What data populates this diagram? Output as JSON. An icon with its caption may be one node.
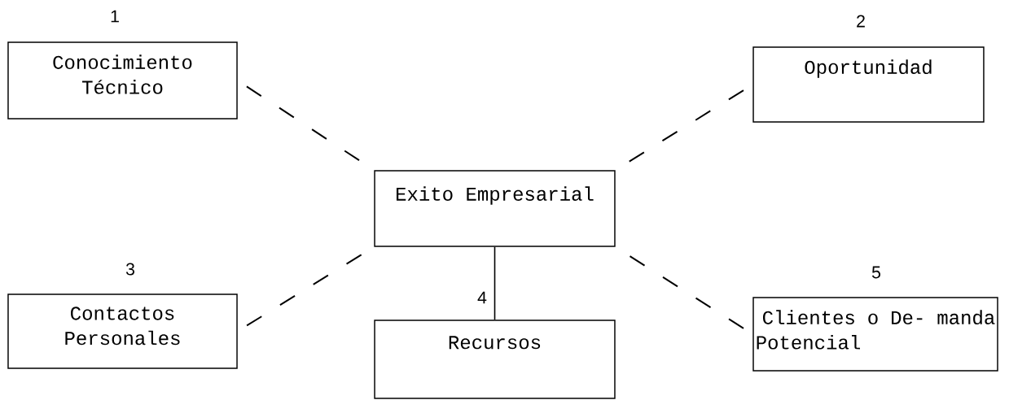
{
  "diagram": {
    "nodes": [
      {
        "text": [
          "Conocimiento Técnico"
        ],
        "beside": [
          "1"
        ]
      },
      {
        "text": [
          "Oportunidad"
        ],
        "beside": [
          "2"
        ]
      },
      {
        "text": [
          "Exito Empresarial"
        ]
      },
      {
        "text": [
          "Contactos Personales"
        ],
        "beside": [
          "3"
        ]
      },
      {
        "text": [
          "Recursos"
        ],
        "beside": [
          "4"
        ]
      },
      {
        "text": [
          "Clientes o De- manda Potencial"
        ],
        "beside": [
          "5"
        ]
      }
    ],
    "edges": [
      {
        "from": 0,
        "to": 2,
        "arrow": "none",
        "style": "dashed"
      },
      {
        "from": 1,
        "to": 2,
        "arrow": "none",
        "style": "dashed"
      },
      {
        "from": 3,
        "to": 2,
        "arrow": "none",
        "style": "dashed"
      },
      {
        "from": 5,
        "to": 2,
        "arrow": "none",
        "style": "dashed"
      },
      {
        "from": 2,
        "to": 4,
        "arrow": "none"
      }
    ]
  }
}
